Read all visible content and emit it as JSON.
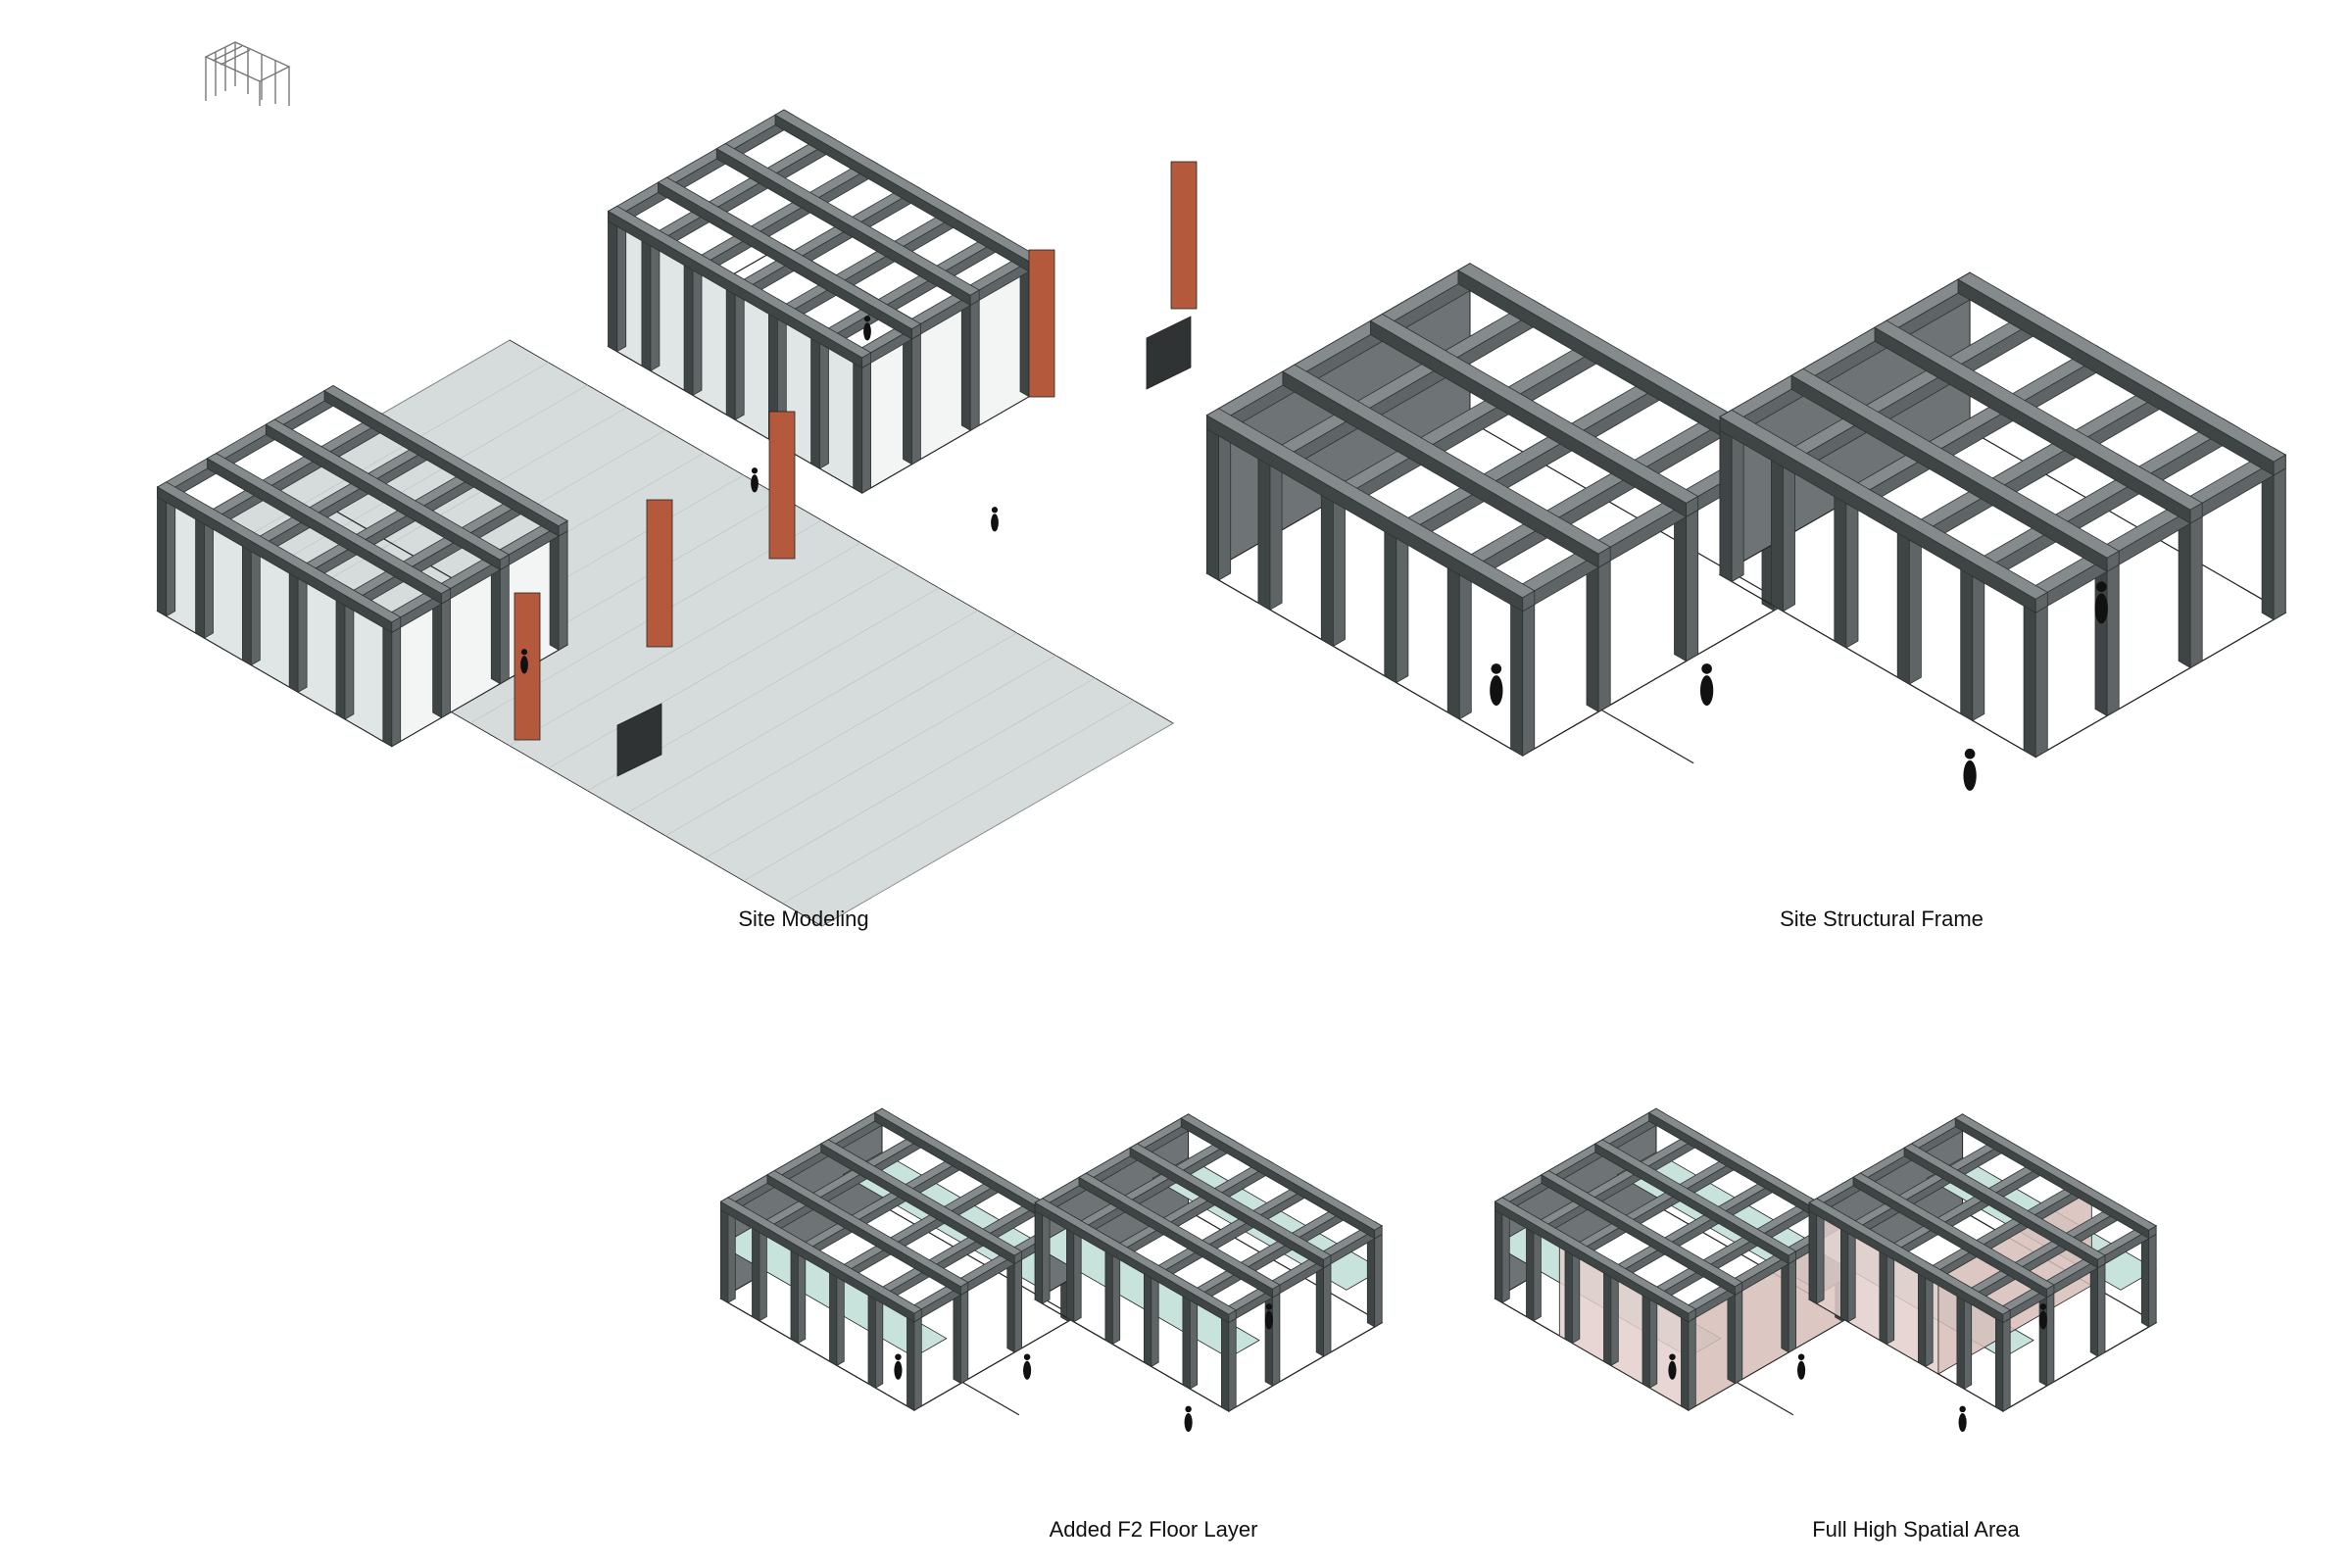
{
  "captions": {
    "site_modeling": "Site Modeling",
    "site_structural_frame": "Site Structural Frame",
    "added_f2_floor_layer": "Added F2 Floor Layer",
    "full_high_spatial_area": "Full High Spatial Area"
  },
  "colors": {
    "beam": "#5f6566",
    "beam_dark": "#3f4445",
    "beam_edge": "#2e3233",
    "ground": "#d6dcdb",
    "glass": "#dfe6e5",
    "floor_mint": "#c8e3dc",
    "highlight_pink": "#e3cfcb",
    "brick": "#b5593d",
    "line": "#222222"
  },
  "icons": [
    "frame-logo-icon",
    "human-figure-icon"
  ]
}
